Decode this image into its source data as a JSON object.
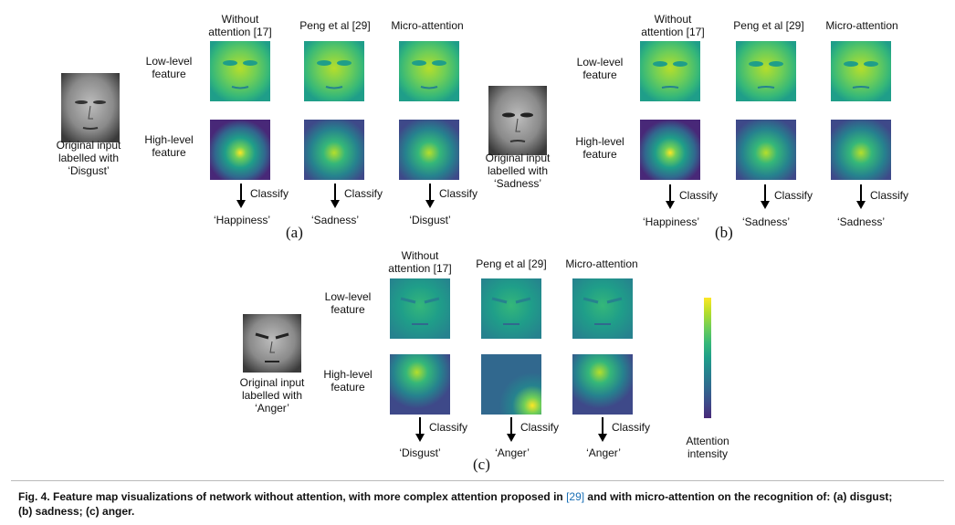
{
  "figure": {
    "column_headers": [
      "Without\nattention [17]",
      "Peng et al [29]",
      "Micro-attention"
    ],
    "row_labels": [
      "Low-level\nfeature",
      "High-level\nfeature"
    ],
    "classify_label": "Classify",
    "panels": [
      {
        "letter": "(a)",
        "original_label": "Original input\nlabelled with\n‘Disgust’",
        "predictions": [
          "‘Happiness’",
          "‘Sadness’",
          "‘Disgust’"
        ]
      },
      {
        "letter": "(b)",
        "original_label": "Original input\nlabelled with\n‘Sadness’",
        "predictions": [
          "‘Happiness’",
          "‘Sadness’",
          "‘Sadness’"
        ]
      },
      {
        "letter": "(c)",
        "original_label": "Original input\nlabelled with\n‘Anger’",
        "predictions": [
          "‘Disgust’",
          "‘Anger’",
          "‘Anger’"
        ]
      }
    ],
    "colorbar_label": "Attention\nintensity",
    "colormap": [
      "#fde725",
      "#6ece58",
      "#1f9e89",
      "#31688e",
      "#482878"
    ]
  },
  "caption": {
    "fig_label": "Fig. 4.",
    "text_bold_before": "Feature map visualizations of network without attention, with more complex attention proposed in ",
    "ref": "[29]",
    "text_bold_after": " and with micro-attention on the recognition of: (a) disgust;",
    "line2": "(b) sadness; (c) anger."
  }
}
